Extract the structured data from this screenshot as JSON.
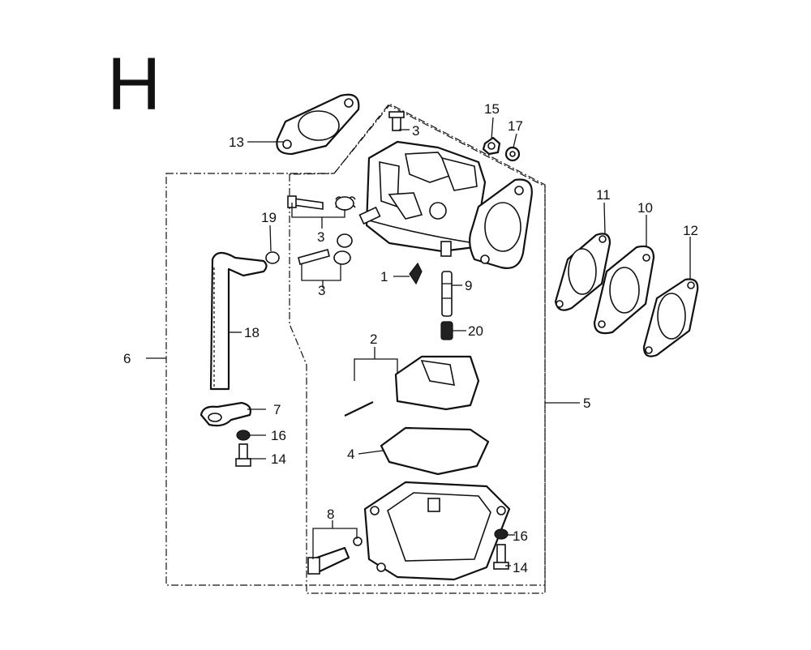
{
  "diagram": {
    "section_letter": "H",
    "callouts": {
      "c1": "1",
      "c2": "2",
      "c3a": "3",
      "c3b": "3",
      "c3c": "3",
      "c4": "4",
      "c5": "5",
      "c6": "6",
      "c7": "7",
      "c8": "8",
      "c9": "9",
      "c10": "10",
      "c11": "11",
      "c12": "12",
      "c13": "13",
      "c14a": "14",
      "c14b": "14",
      "c15": "15",
      "c16a": "16",
      "c16b": "16",
      "c17": "17",
      "c18": "18",
      "c19": "19",
      "c20": "20"
    }
  }
}
